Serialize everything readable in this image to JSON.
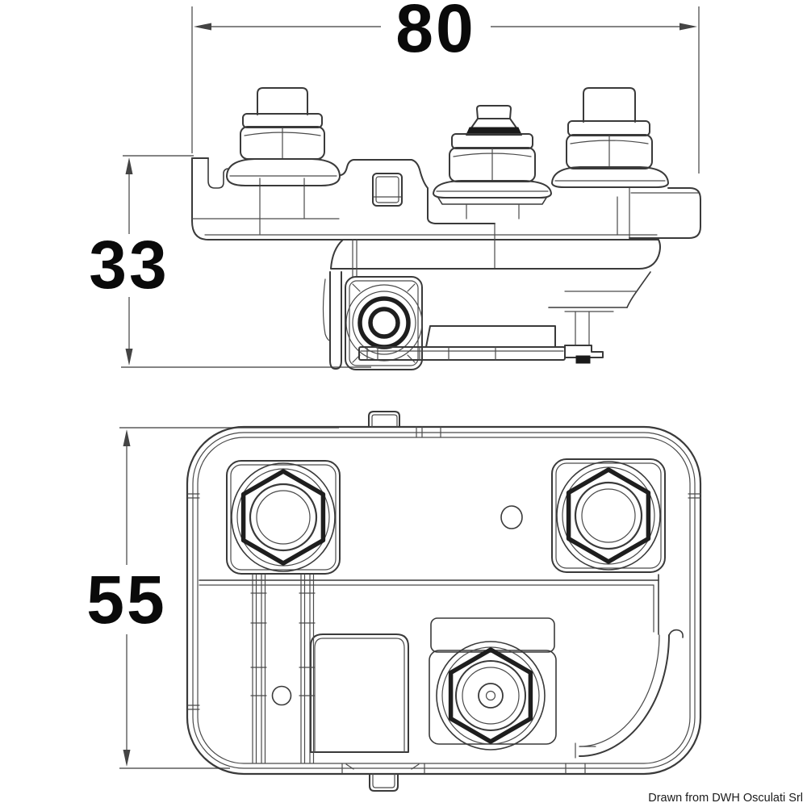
{
  "drawing": {
    "dimensions": {
      "width": "80",
      "height": "33",
      "depth": "55"
    },
    "credit": "Drawn from DWH Osculati Srl",
    "colors": {
      "background": "#ffffff",
      "part_line": "#3a3a3a",
      "dark_accent": "#1a1a1a",
      "dimension_line": "#5c5c5c",
      "text": "#000000"
    }
  }
}
